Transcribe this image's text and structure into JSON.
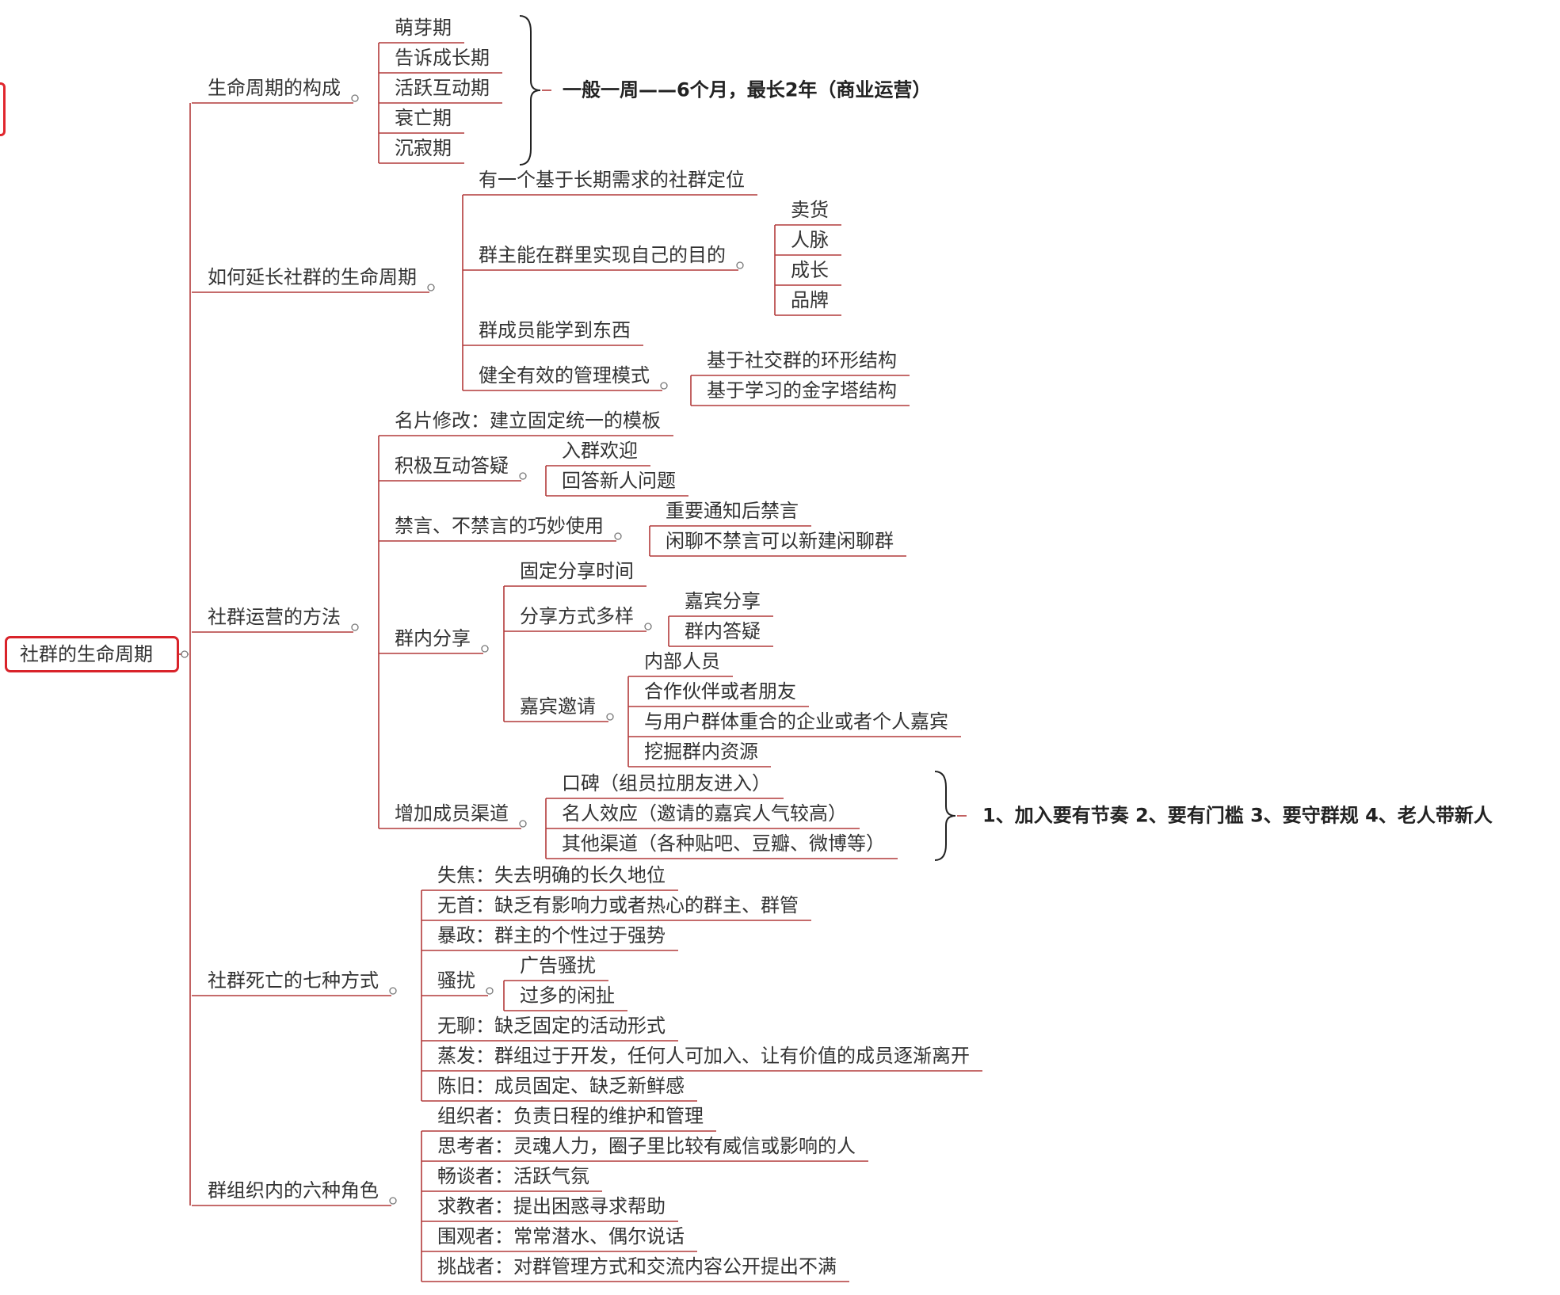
{
  "colors": {
    "line": "#b23a3a",
    "root_border": "#d9232a",
    "text": "#333333"
  },
  "root": {
    "label": "社群的生命周期"
  },
  "branches": {
    "lifecycle": {
      "label": "生命周期的构成",
      "items": [
        "萌芽期",
        "告诉成长期",
        "活跃互动期",
        "衰亡期",
        "沉寂期"
      ],
      "note": "一般一周——6个月，最长2年（商业运营）"
    },
    "extend": {
      "label": "如何延长社群的生命周期",
      "c1": "有一个基于长期需求的社群定位",
      "c2": {
        "label": "群主能在群里实现自己的目的",
        "items": [
          "卖货",
          "人脉",
          "成长",
          "品牌"
        ]
      },
      "c3": "群成员能学到东西",
      "c4": {
        "label": "健全有效的管理模式",
        "items": [
          "基于社交群的环形结构",
          "基于学习的金字塔结构"
        ]
      }
    },
    "methods": {
      "label": "社群运营的方法",
      "m1": "名片修改：建立固定统一的模板",
      "m2": {
        "label": "积极互动答疑",
        "items": [
          "入群欢迎",
          "回答新人问题"
        ]
      },
      "m3": {
        "label": "禁言、不禁言的巧妙使用",
        "items": [
          "重要通知后禁言",
          "闲聊不禁言可以新建闲聊群"
        ]
      },
      "m4": {
        "label": "群内分享",
        "fixed": "固定分享时间",
        "ways": {
          "label": "分享方式多样",
          "items": [
            "嘉宾分享",
            "群内答疑"
          ]
        },
        "guests": {
          "label": "嘉宾邀请",
          "items": [
            "内部人员",
            "合作伙伴或者朋友",
            "与用户群体重合的企业或者个人嘉宾",
            "挖掘群内资源"
          ]
        }
      },
      "m5": {
        "label": "增加成员渠道",
        "items": [
          "口碑（组员拉朋友进入）",
          "名人效应（邀请的嘉宾人气较高）",
          "其他渠道（各种贴吧、豆瓣、微博等）"
        ],
        "note": "1、加入要有节奏 2、要有门槛 3、要守群规 4、老人带新人"
      }
    },
    "death": {
      "label": "社群死亡的七种方式",
      "d1": "失焦：失去明确的长久地位",
      "d2": "无首：缺乏有影响力或者热心的群主、群管",
      "d3": "暴政：群主的个性过于强势",
      "d4": {
        "label": "骚扰",
        "items": [
          "广告骚扰",
          "过多的闲扯"
        ]
      },
      "d5": "无聊：缺乏固定的活动形式",
      "d6": "蒸发：群组过于开发，任何人可加入、让有价值的成员逐渐离开",
      "d7": "陈旧：成员固定、缺乏新鲜感"
    },
    "roles": {
      "label": "群组织内的六种角色",
      "items": [
        "组织者：负责日程的维护和管理",
        "思考者：灵魂人力，圈子里比较有威信或影响的人",
        "畅谈者：活跃气氛",
        "求教者：提出困惑寻求帮助",
        "围观者：常常潜水、偶尔说话",
        "挑战者：对群管理方式和交流内容公开提出不满"
      ]
    }
  }
}
